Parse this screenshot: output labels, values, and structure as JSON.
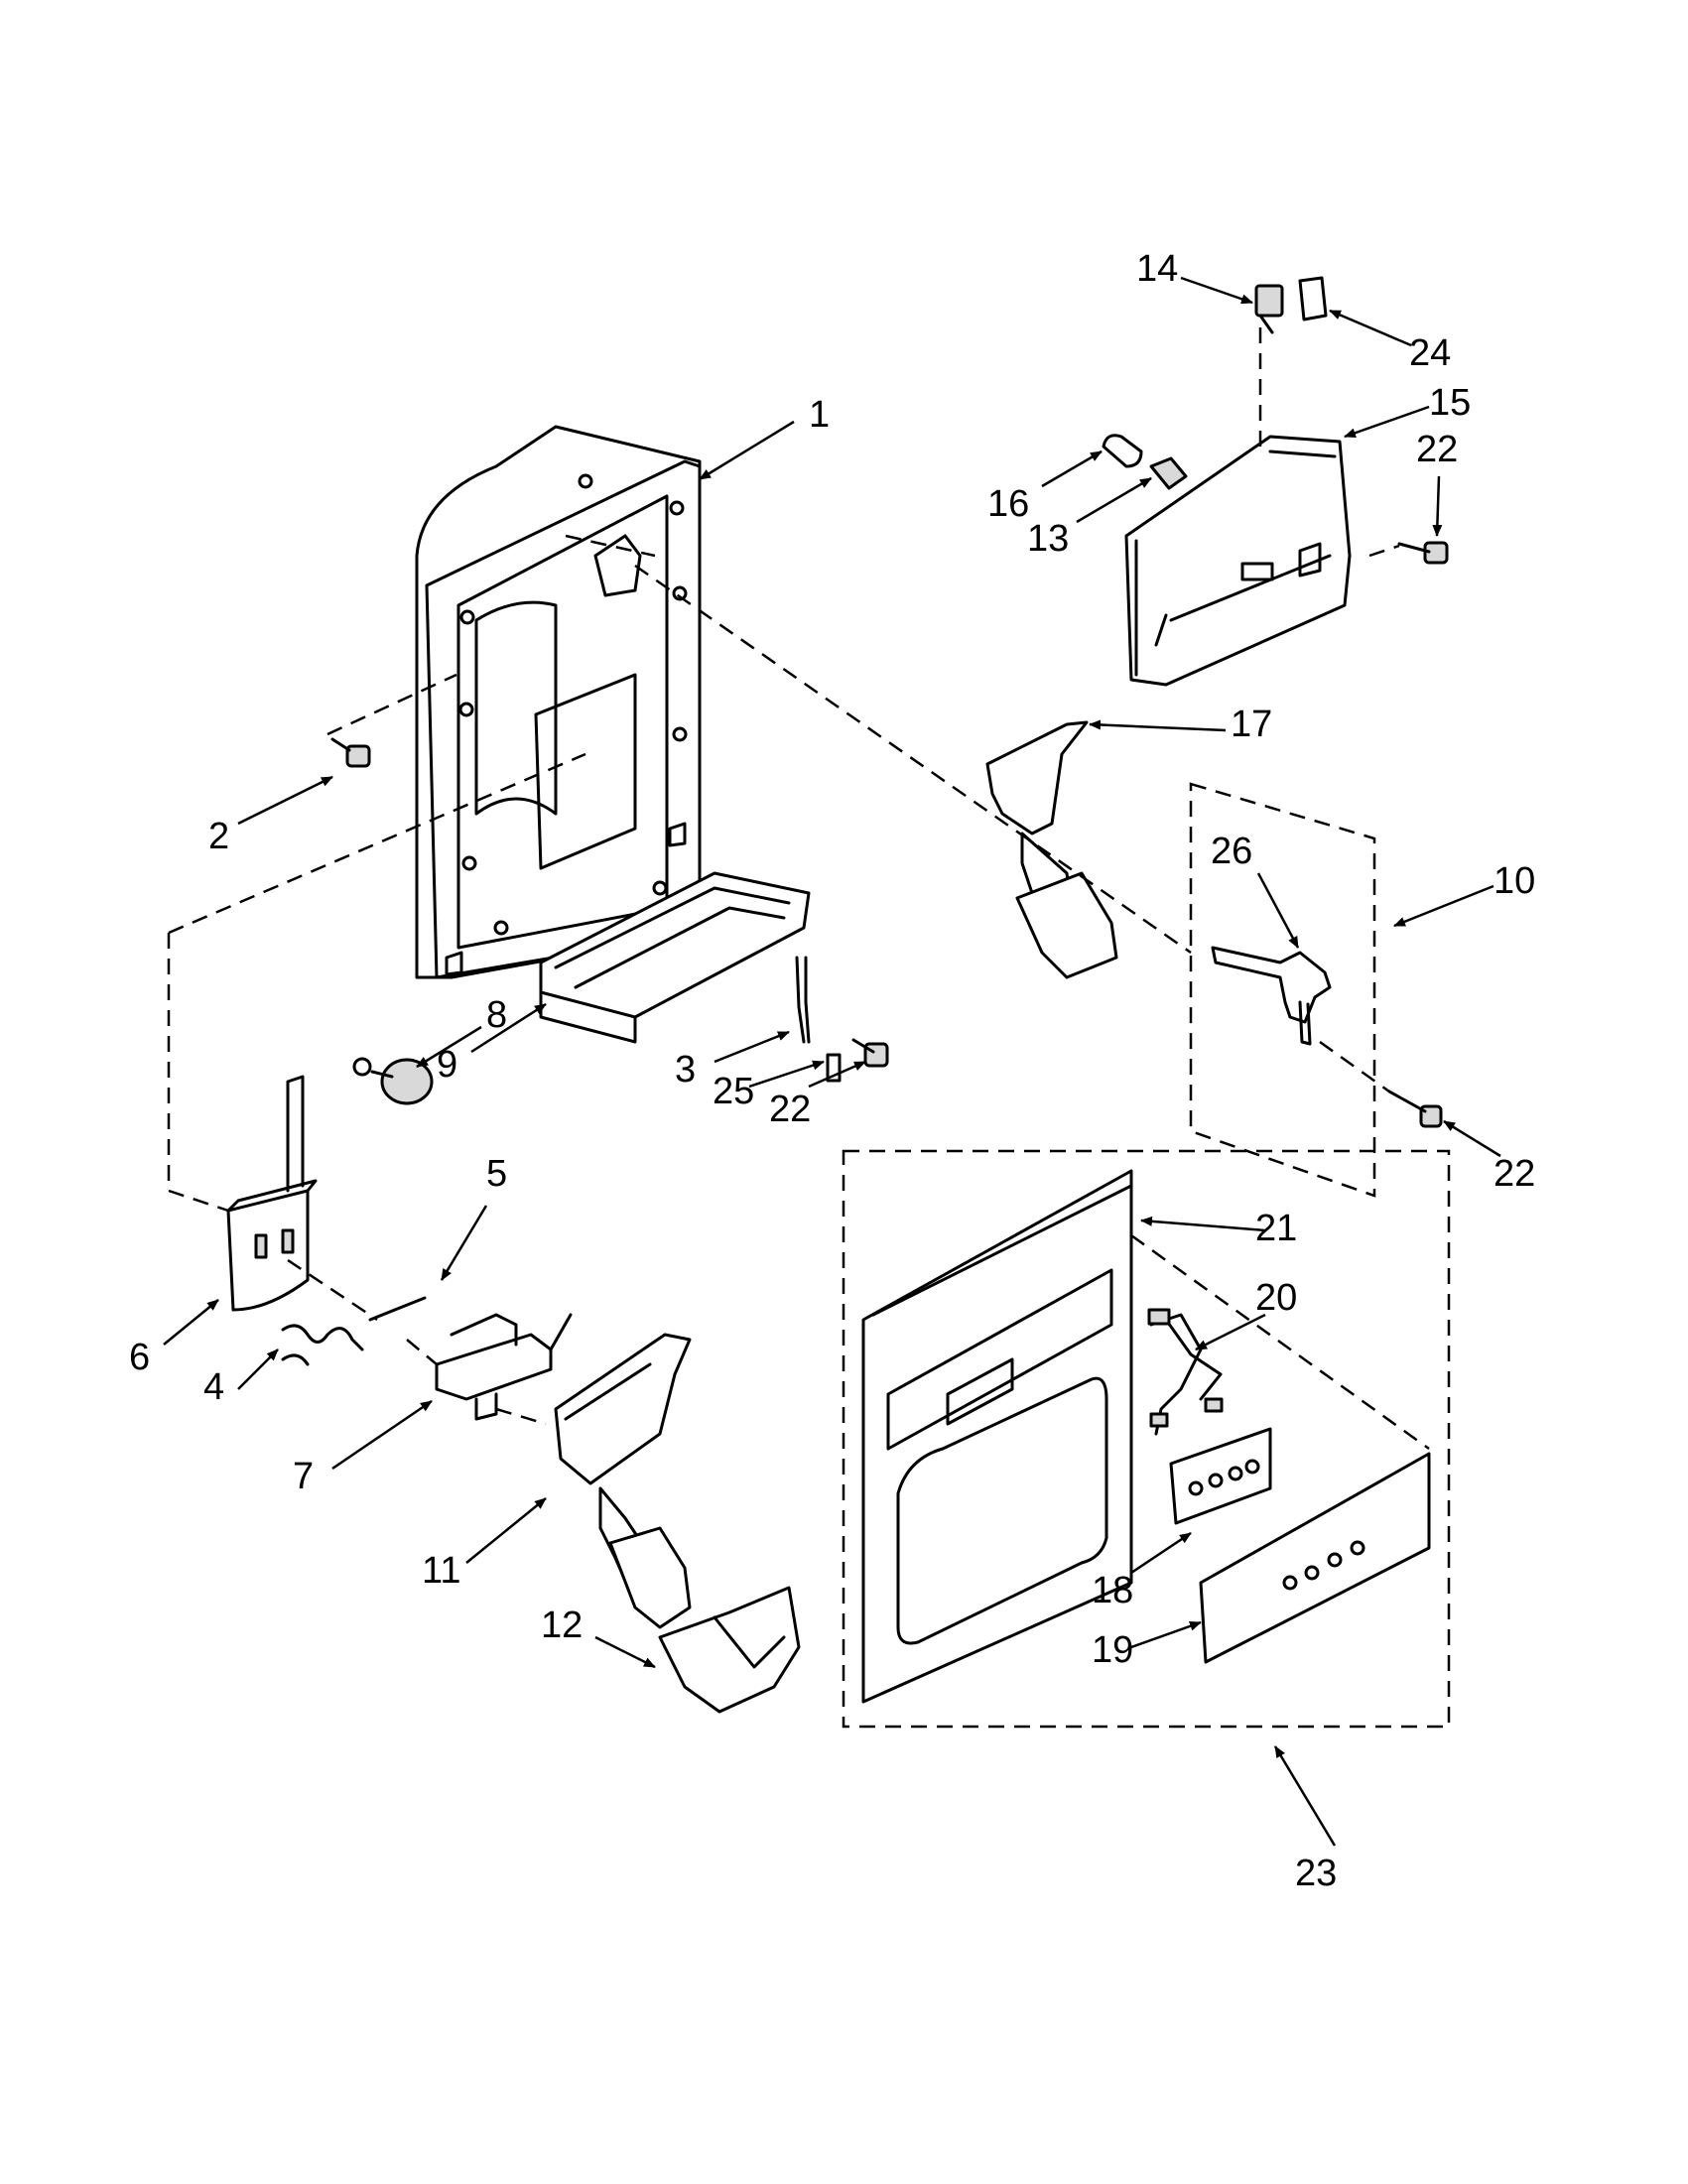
{
  "diagram": {
    "callouts": [
      "1",
      "2",
      "3",
      "4",
      "5",
      "6",
      "7",
      "8",
      "9",
      "10",
      "11",
      "12",
      "13",
      "14",
      "15",
      "16",
      "17",
      "18",
      "19",
      "20",
      "21",
      "22",
      "23",
      "24",
      "25",
      "26"
    ],
    "callout_22_repeats": [
      "22",
      "22",
      "22"
    ]
  }
}
